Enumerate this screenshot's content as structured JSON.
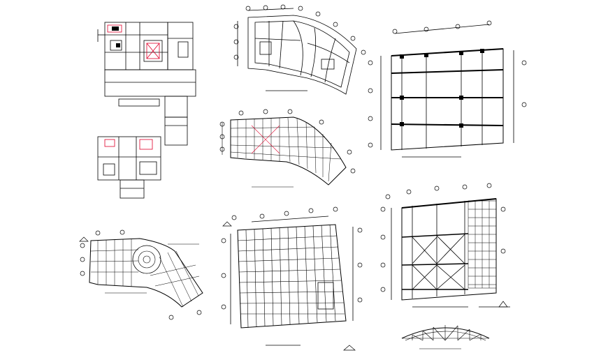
{
  "sheet": {
    "background": "#ffffff",
    "line_color": "#000000",
    "accent_color": "#e0002a",
    "drawings": [
      {
        "id": "house-plan",
        "kind": "floor-plan"
      },
      {
        "id": "small-plan",
        "kind": "floor-plan"
      },
      {
        "id": "curved-plan-top",
        "kind": "floor-plan"
      },
      {
        "id": "curved-frame-mid",
        "kind": "framing-plan"
      },
      {
        "id": "curved-frame-bottom",
        "kind": "framing-plan"
      },
      {
        "id": "roof-beam-plan",
        "kind": "beam-plan"
      },
      {
        "id": "grid-frame-plan",
        "kind": "framing-plan"
      },
      {
        "id": "truss-elevation",
        "kind": "elevation"
      },
      {
        "id": "truss-section",
        "kind": "section"
      }
    ]
  }
}
